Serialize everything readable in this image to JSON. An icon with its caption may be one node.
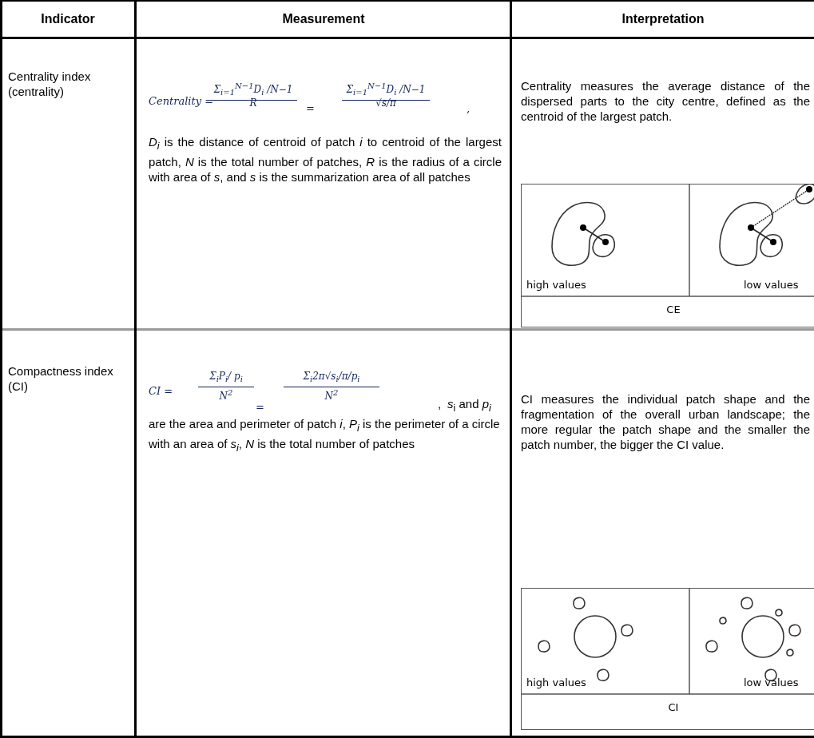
{
  "diagram": {
    "labels": [
      "Indicator",
      "Measurement",
      "Interpretation",
      "Centrality index (centrality)",
      "Centrality =",
      "Σ$_{i=1}$$^{N−1}$D$_{i}$ /N−1",
      "R",
      "=",
      "Σ$_{i=1}$$^{N−1}$D$_{i}$ /N−1",
      "√s/π",
      ",",
      "*D$_{i}$* is the distance of centroid of patch *i* to centroid of the largest patch, *N* is the total number of patches, *R* is the radius of a circle with area of *s*, and *s* is the summarization area of all patches",
      "Centrality measures the average distance of the dispersed parts to the city centre, defined as the centroid of the largest patch.",
      "high values",
      "low values",
      "CE",
      "Compactness index (CI)",
      "CI =",
      "Σ$_{i}$P$_{i}$/ p$_{i}$",
      "N$^{2}$",
      "=",
      "Σ$_{i}$2π√s$_{i}$/π/p$_{i}$",
      "N$^{2}$",
      ",",
      "*s*$_{i}$ and *p$_{i}$* are the area and perimeter of patch *i*, *P$_{i}$* is the perimeter of a circle with an area of *s$_{i}$*, *N* is the total number of patches",
      "CI measures the individual patch shape and the fragmentation of the overall urban landscape; the more regular the patch shape and the smaller the patch number, the bigger the CI value.",
      "high values",
      "low values",
      "CI"
    ]
  }
}
